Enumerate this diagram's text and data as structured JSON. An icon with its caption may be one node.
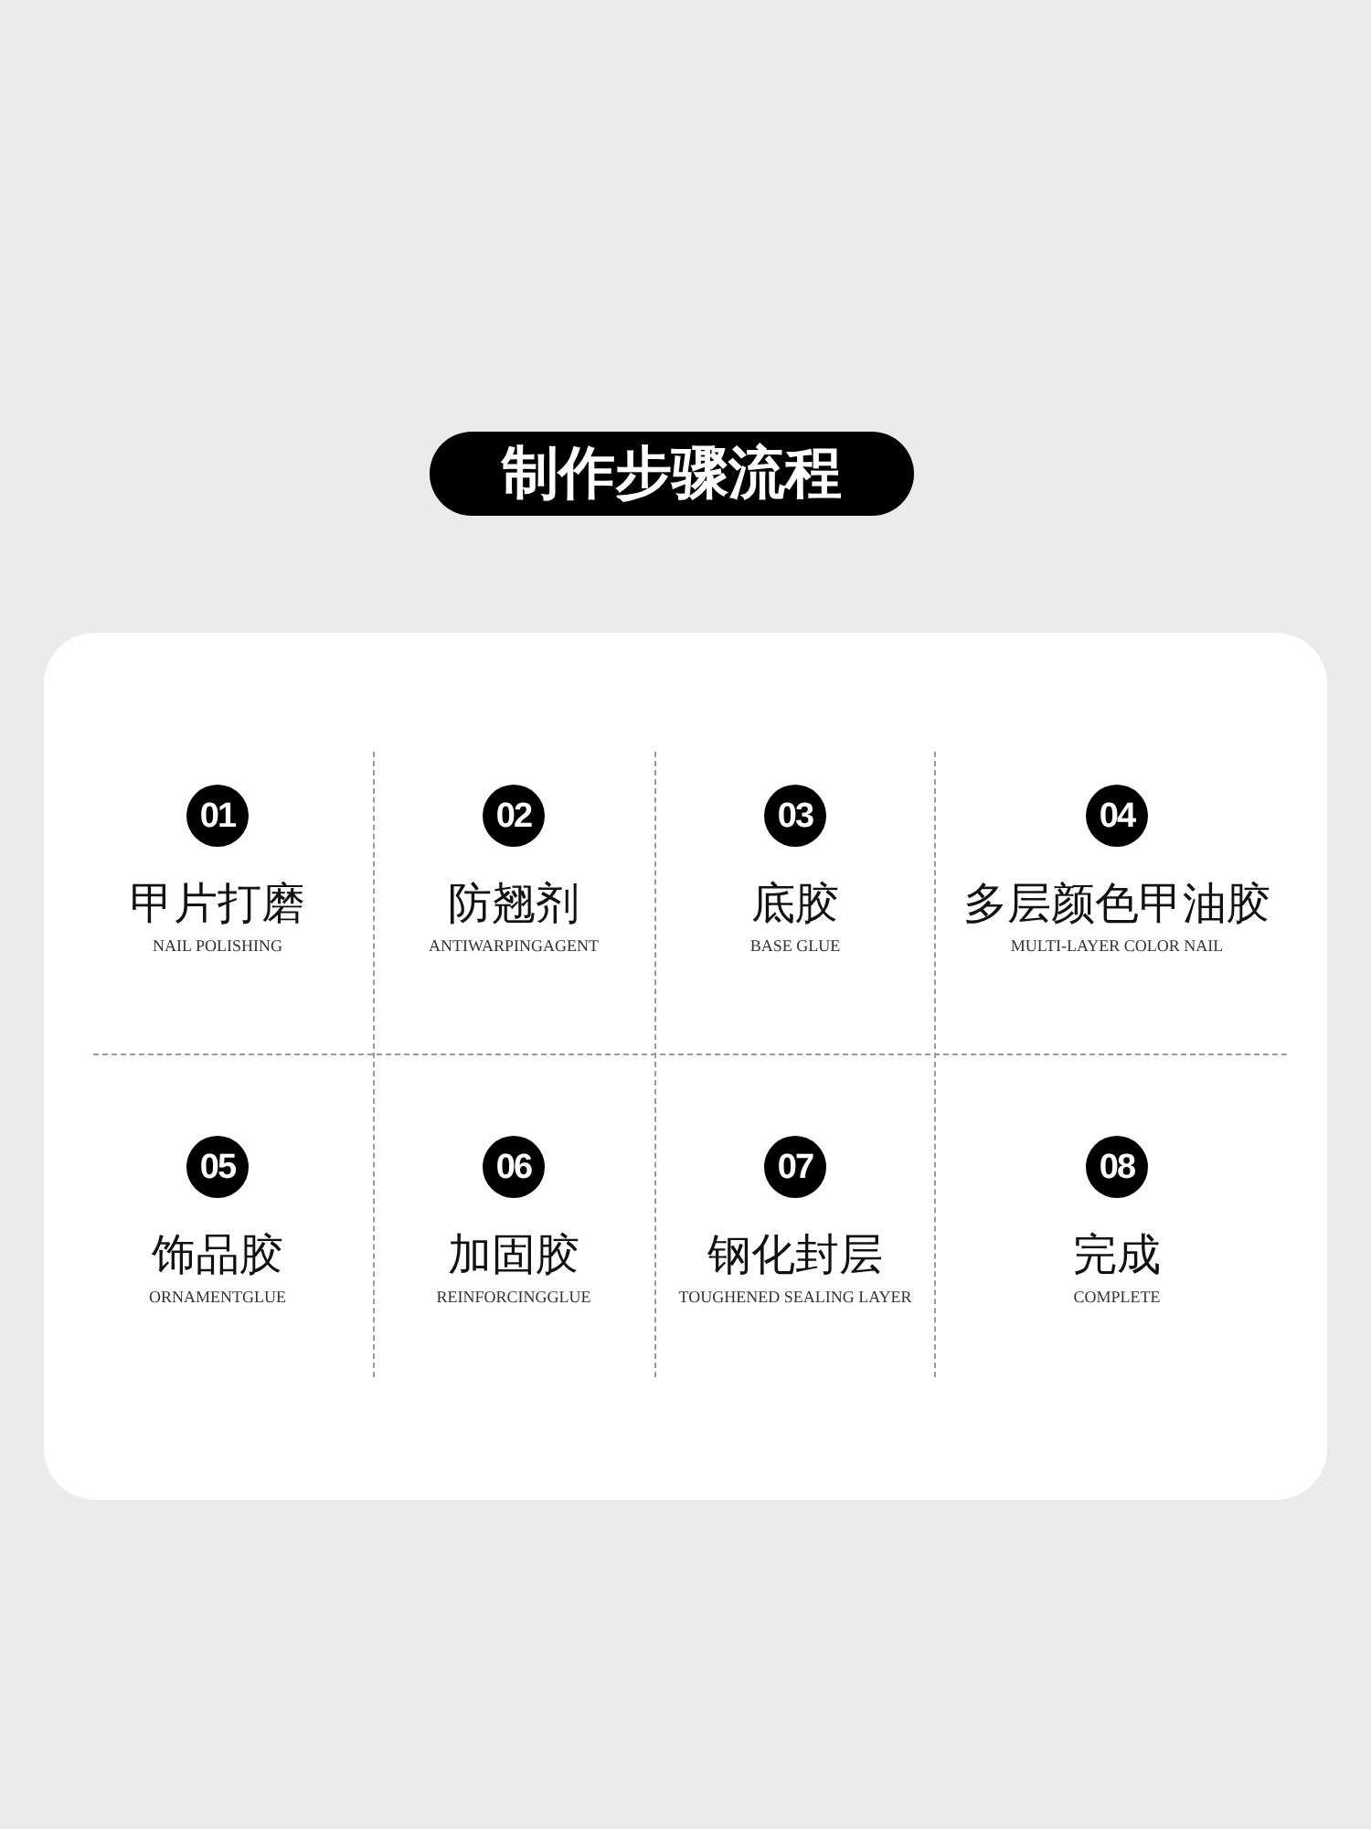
{
  "diagram": {
    "title": "制作步骤流程",
    "nodes": [
      {
        "text": [
          "01"
        ],
        "beside": [
          "甲片打磨",
          "NAIL POLISHING"
        ]
      },
      {
        "text": [
          "02"
        ],
        "beside": [
          "防翘剂",
          "ANTIWARPINGAGENT"
        ]
      },
      {
        "text": [
          "03"
        ],
        "beside": [
          "底胶",
          "BASE GLUE"
        ]
      },
      {
        "text": [
          "04"
        ],
        "beside": [
          "多层颜色甲油胶",
          "MULTI-LAYER COLOR NAIL"
        ]
      },
      {
        "text": [
          "05"
        ],
        "beside": [
          "饰品胶",
          "ORNAMENTGLUE"
        ]
      },
      {
        "text": [
          "06"
        ],
        "beside": [
          "加固胶",
          "REINFORCINGGLUE"
        ]
      },
      {
        "text": [
          "07"
        ],
        "beside": [
          "钢化封层",
          "TOUGHENED SEALING LAYER"
        ]
      },
      {
        "text": [
          "08"
        ],
        "beside": [
          "完成",
          "COMPLETE"
        ]
      }
    ]
  }
}
